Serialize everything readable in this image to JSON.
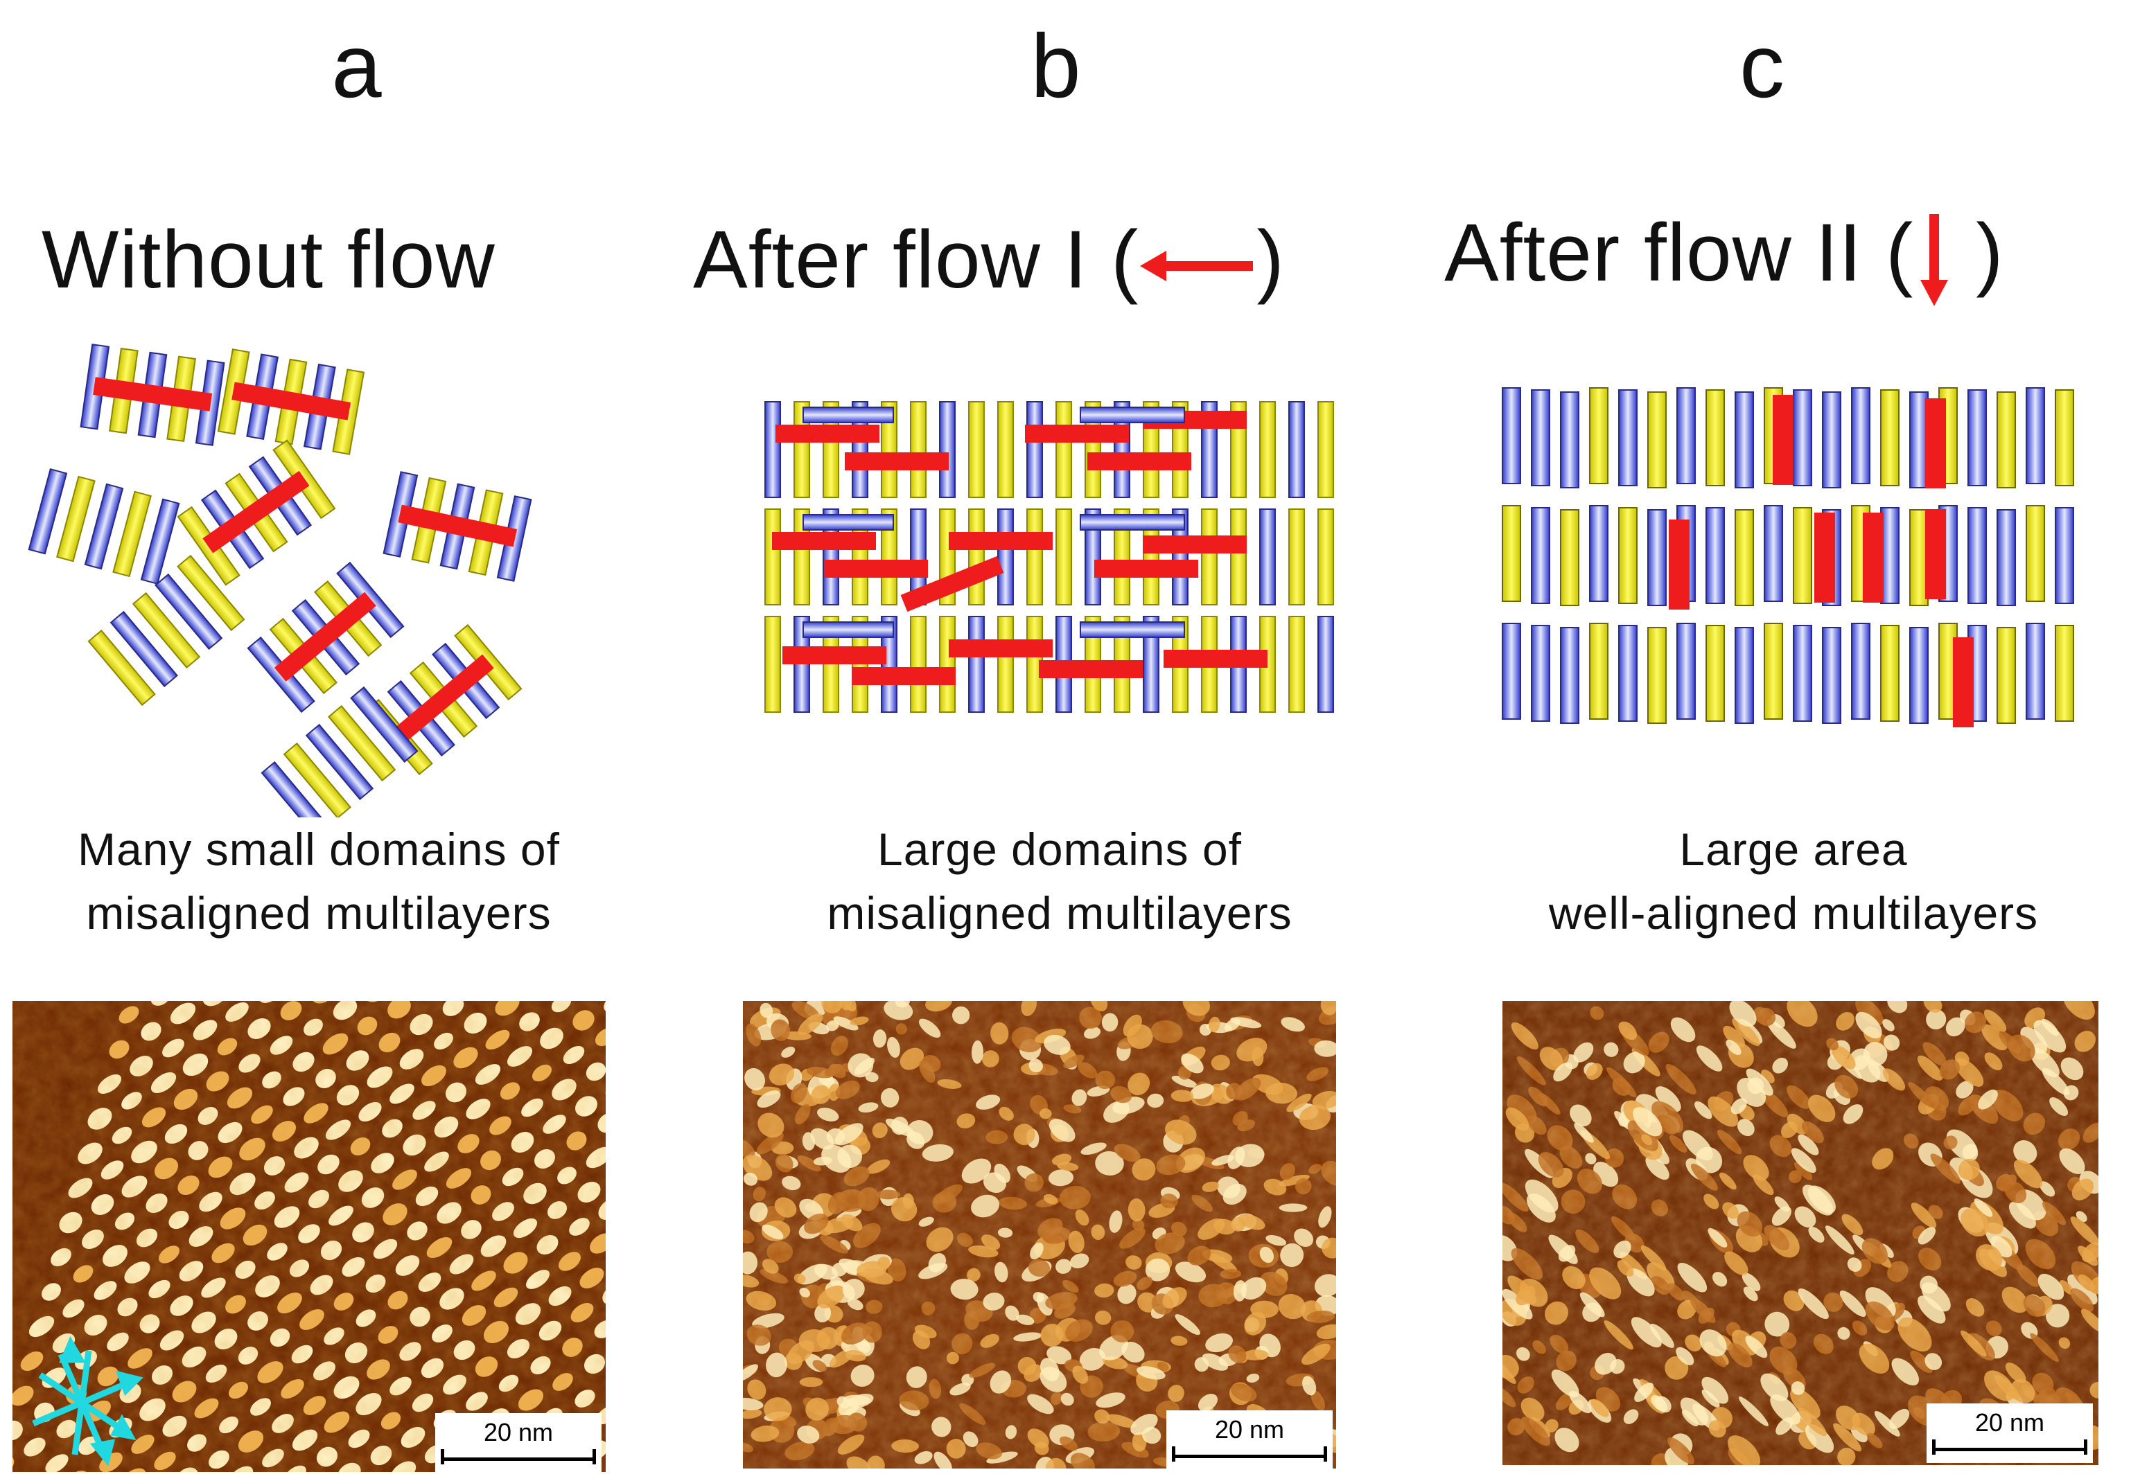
{
  "panels": [
    {
      "letter": "a",
      "heading": "Without flow",
      "caption_line1": "Many small domains of",
      "caption_line2": "misaligned multilayers",
      "scalebar": "20 nm"
    },
    {
      "letter": "b",
      "heading": "After flow I (",
      "heading_close": ")",
      "flow_arrow": "left-arrow-icon",
      "caption_line1": "Large domains of",
      "caption_line2": "misaligned multilayers",
      "scalebar": "20 nm"
    },
    {
      "letter": "c",
      "heading": "After flow II (",
      "heading_close": ")",
      "flow_arrow": "down-arrow-icon",
      "caption_line1": "Large area",
      "caption_line2": "well-aligned multilayers",
      "scalebar": "20 nm"
    }
  ],
  "colors": {
    "yellow_rod": "#f2ee2a",
    "blue_rod": "#5460e0",
    "red_rod": "#ee1c1c",
    "flow_arrow": "#ee1c1c",
    "lattice_marker": "#22d8e0",
    "afm_dark": "#5a1c00",
    "afm_mid": "#b85a10",
    "afm_light": "#ffe9a8"
  }
}
